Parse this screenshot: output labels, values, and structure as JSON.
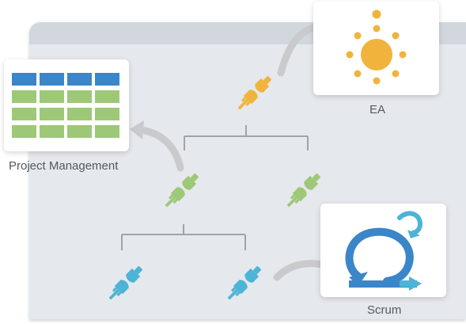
{
  "nodes": {
    "ea": {
      "label": "EA",
      "color": "#f0b43c"
    },
    "project_management": {
      "label": "Project Management",
      "header_color": "#3b86c8",
      "row_color": "#9dc878"
    },
    "scrum": {
      "label": "Scrum",
      "color": "#3b86c8",
      "accent_color": "#4cb4d6"
    }
  },
  "plugs": {
    "root_color": "#f0b43c",
    "middle_color": "#9dc878",
    "leaf_color": "#4cb4d6"
  },
  "connector_color": "#a0a4a8",
  "arrow_color": "#c8cacc",
  "icons": [
    "plug-icon",
    "sun-icon",
    "table-icon",
    "scrum-cycle-icon"
  ]
}
